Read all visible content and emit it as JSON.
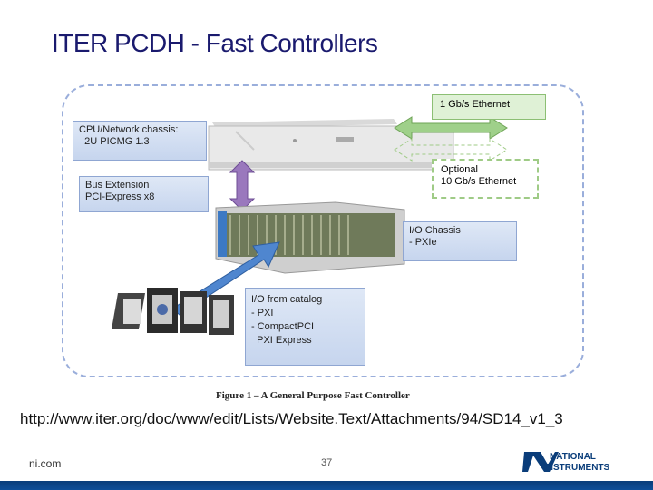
{
  "slide": {
    "title": "ITER PCDH - Fast Controllers",
    "url": "http://www.iter.org/doc/www/edit/Lists/Website.Text/Attachments/94/SD14_v1_3",
    "footer_left": "ni.com",
    "page_number": "37"
  },
  "figure": {
    "caption": "Figure 1 – A General Purpose Fast Controller",
    "cpu_box": [
      "CPU/Network chassis:",
      "  2U PICMG 1.3"
    ],
    "bus_box": [
      "Bus Extension",
      "PCI-Express x8"
    ],
    "ethernet_1g": "1 Gb/s Ethernet",
    "ethernet_10g": [
      "Optional",
      "10 Gb/s Ethernet"
    ],
    "io_chassis": [
      "I/O Chassis",
      "- PXIe"
    ],
    "io_catalog": [
      "I/O from catalog",
      "- PXI",
      "- CompactPCI",
      "  PXI Express"
    ]
  },
  "logo": {
    "text_line1": "NATIONAL",
    "text_line2": "INSTRUMENTS"
  },
  "colors": {
    "title": "#1a1a6e",
    "bottom_bar": "#0f4f99",
    "figure_border": "#9aaedb"
  }
}
